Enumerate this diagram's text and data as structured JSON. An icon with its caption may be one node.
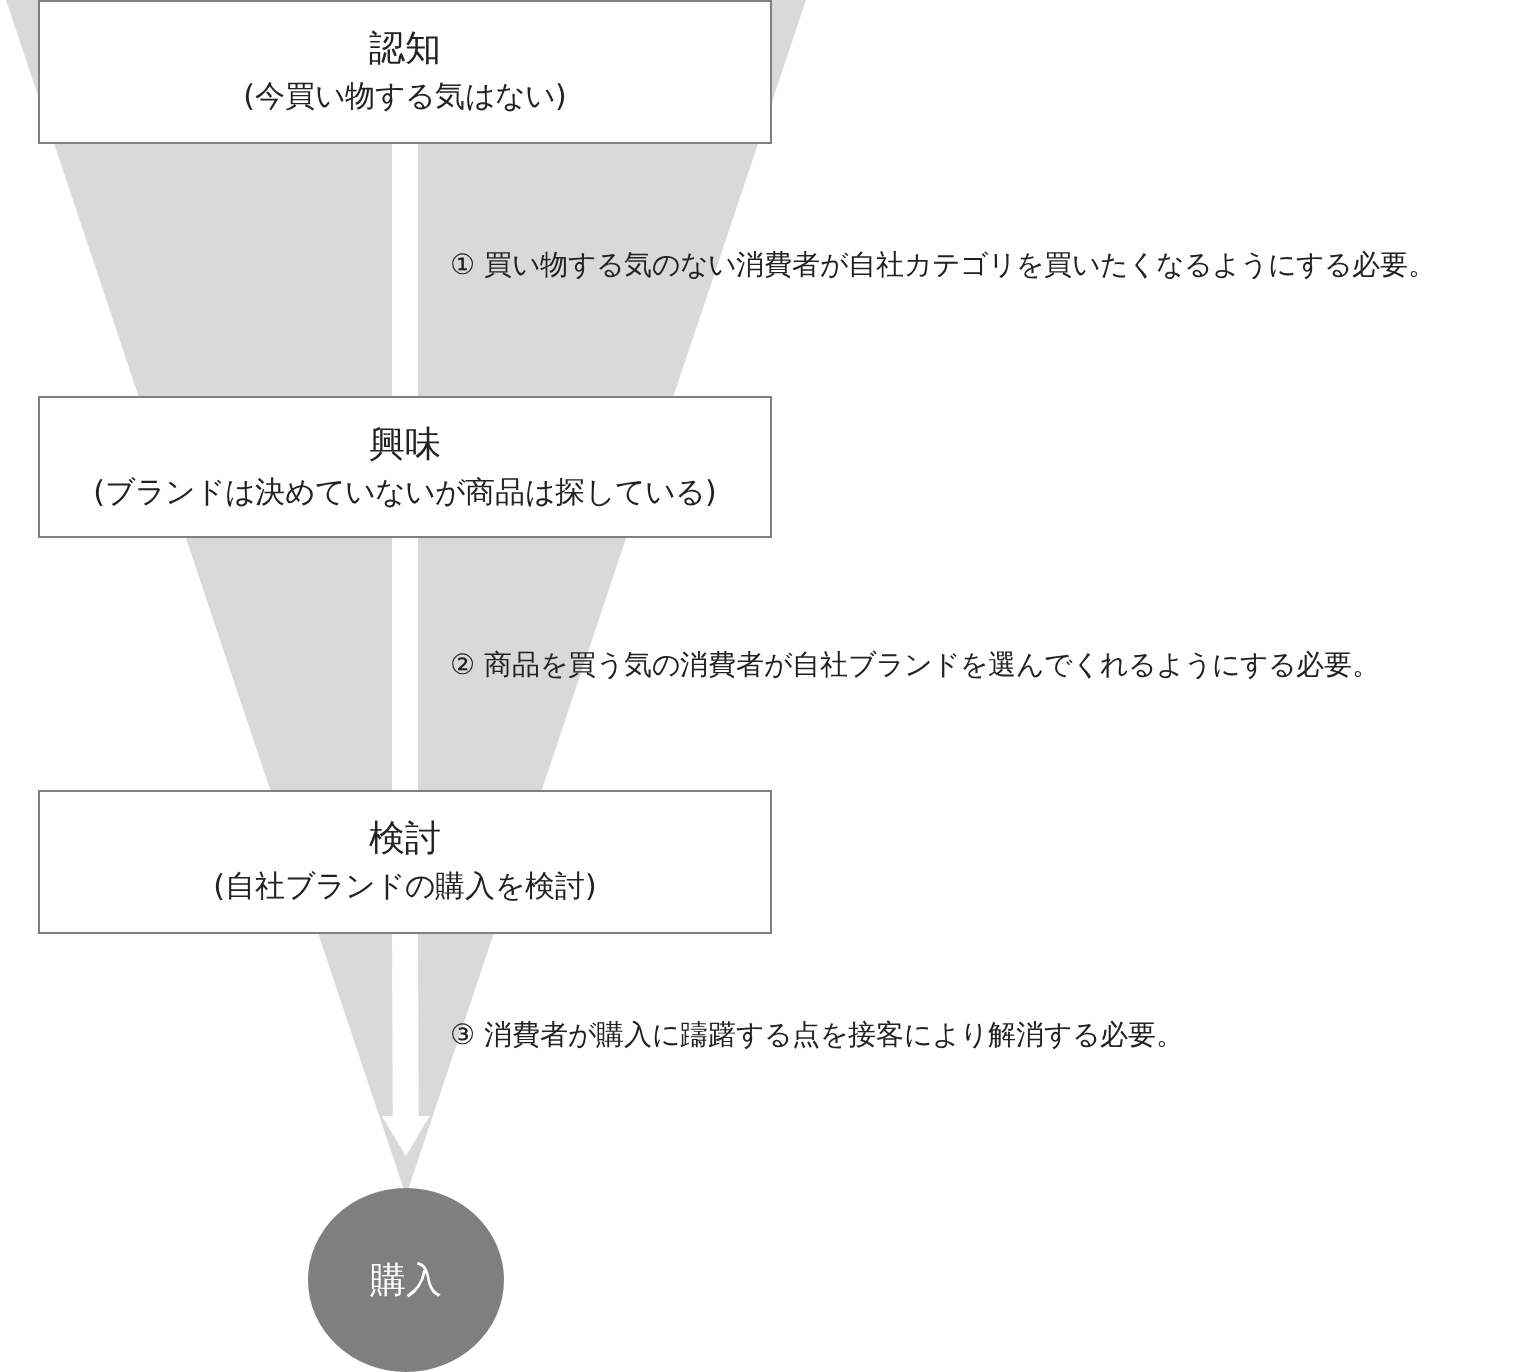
{
  "diagram": {
    "nodes": [
      {
        "text": [
          "認知",
          "(今買い物する気はない)"
        ]
      },
      {
        "text": [
          "興味",
          "(ブランドは決めていないが商品は探している)"
        ]
      },
      {
        "text": [
          "検討",
          "(自社ブランドの購入を検討)"
        ]
      },
      {
        "text": [
          "購入"
        ]
      }
    ],
    "edges": [
      {
        "from": 0,
        "to": 1,
        "arrow": "none",
        "label": "① 買い物する気のない消費者が自社カテゴリを買いたくなるようにする必要。"
      },
      {
        "from": 1,
        "to": 2,
        "arrow": "none",
        "label": "② 商品を買う気の消費者が自社ブランドを選んでくれるようにする必要。"
      },
      {
        "from": 2,
        "to": 3,
        "arrow": "to",
        "label": "③ 消費者が購入に躊躇する点を接客により解消する必要。"
      }
    ]
  }
}
